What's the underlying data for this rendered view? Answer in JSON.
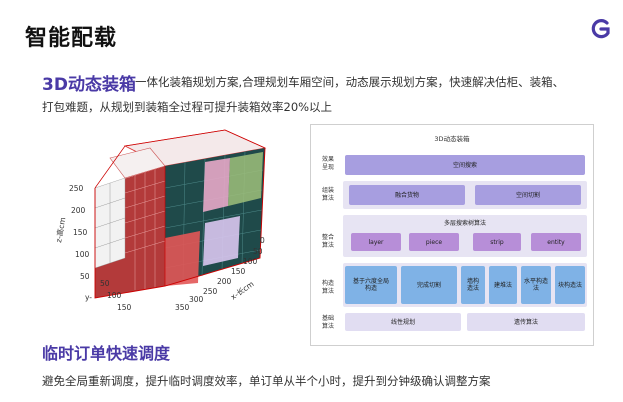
{
  "page": {
    "title": "智能配载",
    "logo_icon": "g-brand-logo-icon",
    "accent_color": "#4a3aa6"
  },
  "section1": {
    "heading": "3D动态装箱",
    "body_line1": " 一体化装箱规划方案,合理规划车厢空间，动态展示规划方案，快速解决估柜、装箱、",
    "body_line2": "打包难题，从规划到装箱全过程可提升装箱效率20%以上"
  },
  "figure3d": {
    "z_axis_label": "z-高cm",
    "z_ticks": [
      "250",
      "200",
      "150",
      "100",
      "50"
    ],
    "x_axis_label": "x-长cm",
    "x_ticks": [
      "0",
      "50",
      "100",
      "150",
      "200",
      "250",
      "300",
      "350"
    ],
    "y_axis_label": "y-",
    "y_ticks": [
      "150",
      "100",
      "50"
    ]
  },
  "diagram": {
    "title": "3D动态装箱",
    "rows": [
      {
        "label": "效果\n呈现",
        "boxes": [
          "空间搜索"
        ]
      },
      {
        "label": "组装\n算法",
        "boxes": [
          "融合货物",
          "空间切割"
        ]
      },
      {
        "label": "整合\n算法",
        "header": "多层搜索树算法",
        "boxes": [
          "layer",
          "piece",
          "strip",
          "entity"
        ]
      },
      {
        "label": "构造\n算法",
        "boxes": [
          "基于六度全局\n构造",
          "完成切割",
          "墙构\n造法",
          "建堆法",
          "水平构造\n法",
          "块构造法"
        ]
      },
      {
        "label": "基础\n算法",
        "boxes": [
          "线性规划",
          "遗传算法"
        ]
      }
    ]
  },
  "section2": {
    "heading": "临时订单快速调度",
    "body": "避免全局重新调度，提升临时调度效率，单订单从半个小时，提升到分钟级确认调整方案"
  }
}
